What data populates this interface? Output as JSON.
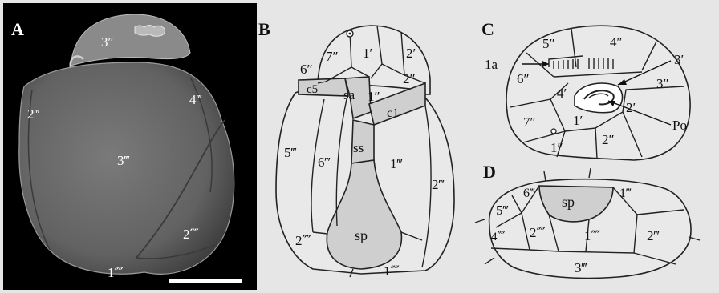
{
  "panels": {
    "a": {
      "letter": "A",
      "labels": {
        "p3pp": "3″",
        "p2ppp": "2‴",
        "p4ppp": "4‴",
        "p3ppp": "3‴",
        "p2pppp": "2⁗",
        "p1pppp": "1⁗"
      }
    },
    "b": {
      "letter": "B",
      "labels": {
        "p6pp": "6″",
        "p7pp": "7″",
        "p1p": "1′",
        "p2p": "2′",
        "p2pp": "2″",
        "c5": "c5",
        "sa": "sa",
        "p1pp": "1″",
        "c1": "c1",
        "ss": "ss",
        "p5ppp": "5‴",
        "p6ppp": "6‴",
        "p1ppp": "1‴",
        "p2ppp": "2‴",
        "sp": "sp",
        "p2pppp": "2⁗",
        "p1pppp": "1⁗"
      }
    },
    "c": {
      "letter": "C",
      "labels": {
        "p5pp": "5″",
        "p4pp": "4″",
        "p3p": "3′",
        "la": "1a",
        "p6pp": "6″",
        "p3pp": "3″",
        "p4p": "4′",
        "p2p": "2′",
        "po": "Po",
        "p7pp": "7″",
        "p1p": "1′",
        "p1pp": "1″",
        "p2pp": "2″"
      }
    },
    "d": {
      "letter": "D",
      "labels": {
        "p6ppp": "6‴",
        "sp": "sp",
        "p1ppp": "1‴",
        "p5ppp": "5‴",
        "p4pppp": "4⁗",
        "p2pppp": "2⁗",
        "p1pppp": "1⁗",
        "p2ppp": "2‴",
        "p3ppp": "3‴"
      }
    }
  },
  "colors": {
    "background": "#e6e6e6",
    "plate_fill": "#e9e9e9",
    "shaded_plate_fill": "#cfcfcf",
    "sem_background": "#000000",
    "sem_cell": "#6d6d6d"
  }
}
